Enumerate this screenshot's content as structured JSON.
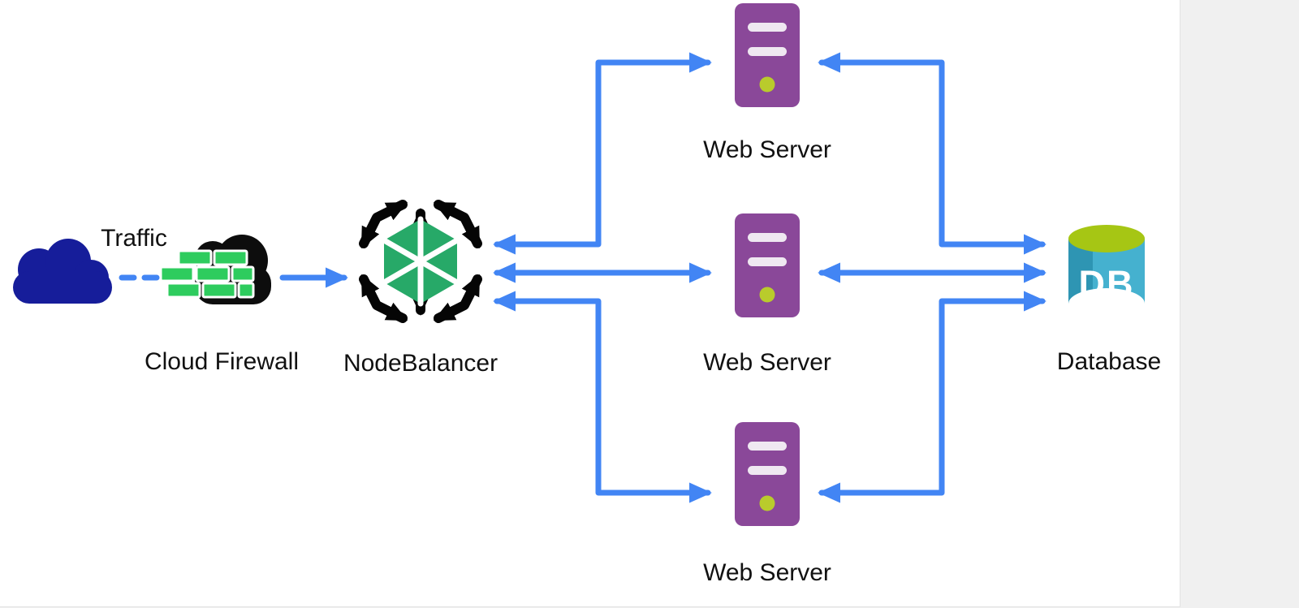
{
  "diagram": {
    "nodes": {
      "traffic": {
        "label": "Traffic"
      },
      "cloud_firewall": {
        "label": "Cloud Firewall"
      },
      "nodebalancer": {
        "label": "NodeBalancer"
      },
      "web_server_top": {
        "label": "Web Server"
      },
      "web_server_middle": {
        "label": "Web Server"
      },
      "web_server_bottom": {
        "label": "Web Server"
      },
      "database": {
        "label": "Database",
        "icon_text": "DB"
      }
    },
    "connections": [
      {
        "from": "traffic",
        "to": "cloud_firewall",
        "style": "dashed",
        "arrows": "none"
      },
      {
        "from": "cloud_firewall",
        "to": "nodebalancer",
        "style": "solid",
        "arrows": "forward"
      },
      {
        "from": "nodebalancer",
        "to": "web_server_top",
        "style": "solid",
        "arrows": "both"
      },
      {
        "from": "nodebalancer",
        "to": "web_server_middle",
        "style": "solid",
        "arrows": "both"
      },
      {
        "from": "nodebalancer",
        "to": "web_server_bottom",
        "style": "solid",
        "arrows": "both"
      },
      {
        "from": "web_server_top",
        "to": "database",
        "style": "solid",
        "arrows": "both"
      },
      {
        "from": "web_server_middle",
        "to": "database",
        "style": "solid",
        "arrows": "both"
      },
      {
        "from": "web_server_bottom",
        "to": "database",
        "style": "solid",
        "arrows": "both"
      }
    ],
    "colors": {
      "arrow_blue": "#4285f4",
      "traffic_cloud_blue": "#161d9a",
      "firewall_cloud_black": "#0d0d0d",
      "brick_green": "#2ecc5e",
      "nodebalancer_black": "#050505",
      "nodebalancer_green": "#27a968",
      "server_purple": "#8a4899",
      "server_bar_white": "#efe8f1",
      "server_dot_green": "#b9cb2c",
      "db_body_teal": "#45b1cf",
      "db_body_dark_teal": "#2e95b3",
      "db_top_lime": "#a6c614",
      "label_color": "#111111",
      "canvas_bg": "#ffffff",
      "page_bg": "#f0f0f0"
    }
  }
}
